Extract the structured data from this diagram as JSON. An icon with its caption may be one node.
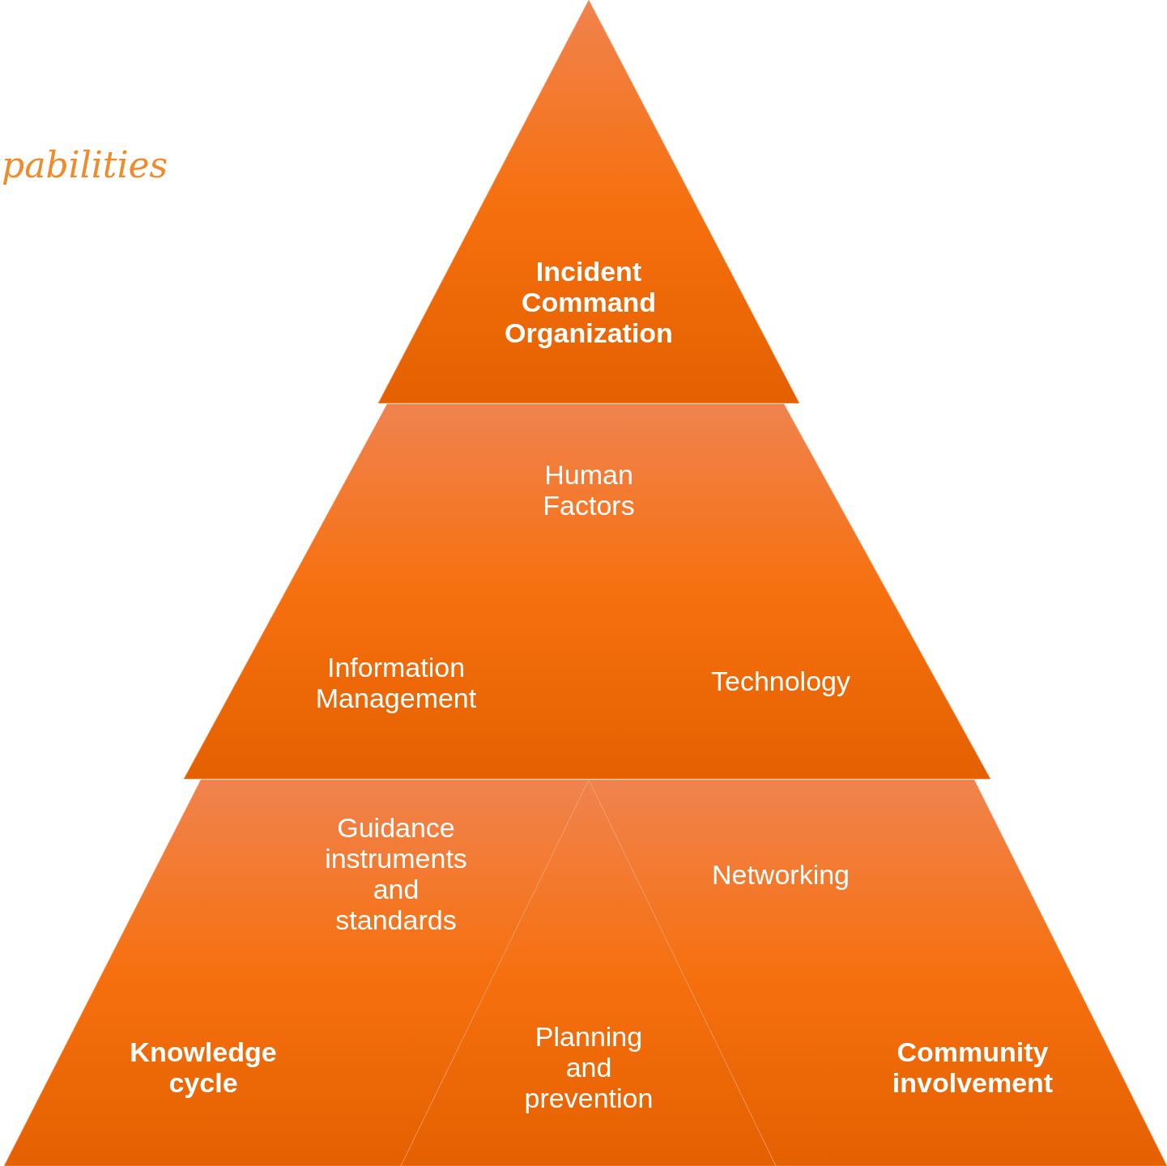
{
  "diagram": {
    "title": "pabilities",
    "nodes": [
      {
        "text": [
          "Incident Command Organization"
        ]
      },
      {
        "text": [
          "Human Factors",
          "Information Management",
          "Technology"
        ]
      },
      {
        "text": [
          "Guidance instruments and standards",
          "Knowledge cycle"
        ]
      },
      {
        "text": [
          "Planning and prevention"
        ]
      },
      {
        "text": [
          "Networking",
          "Community involvement"
        ]
      }
    ]
  }
}
